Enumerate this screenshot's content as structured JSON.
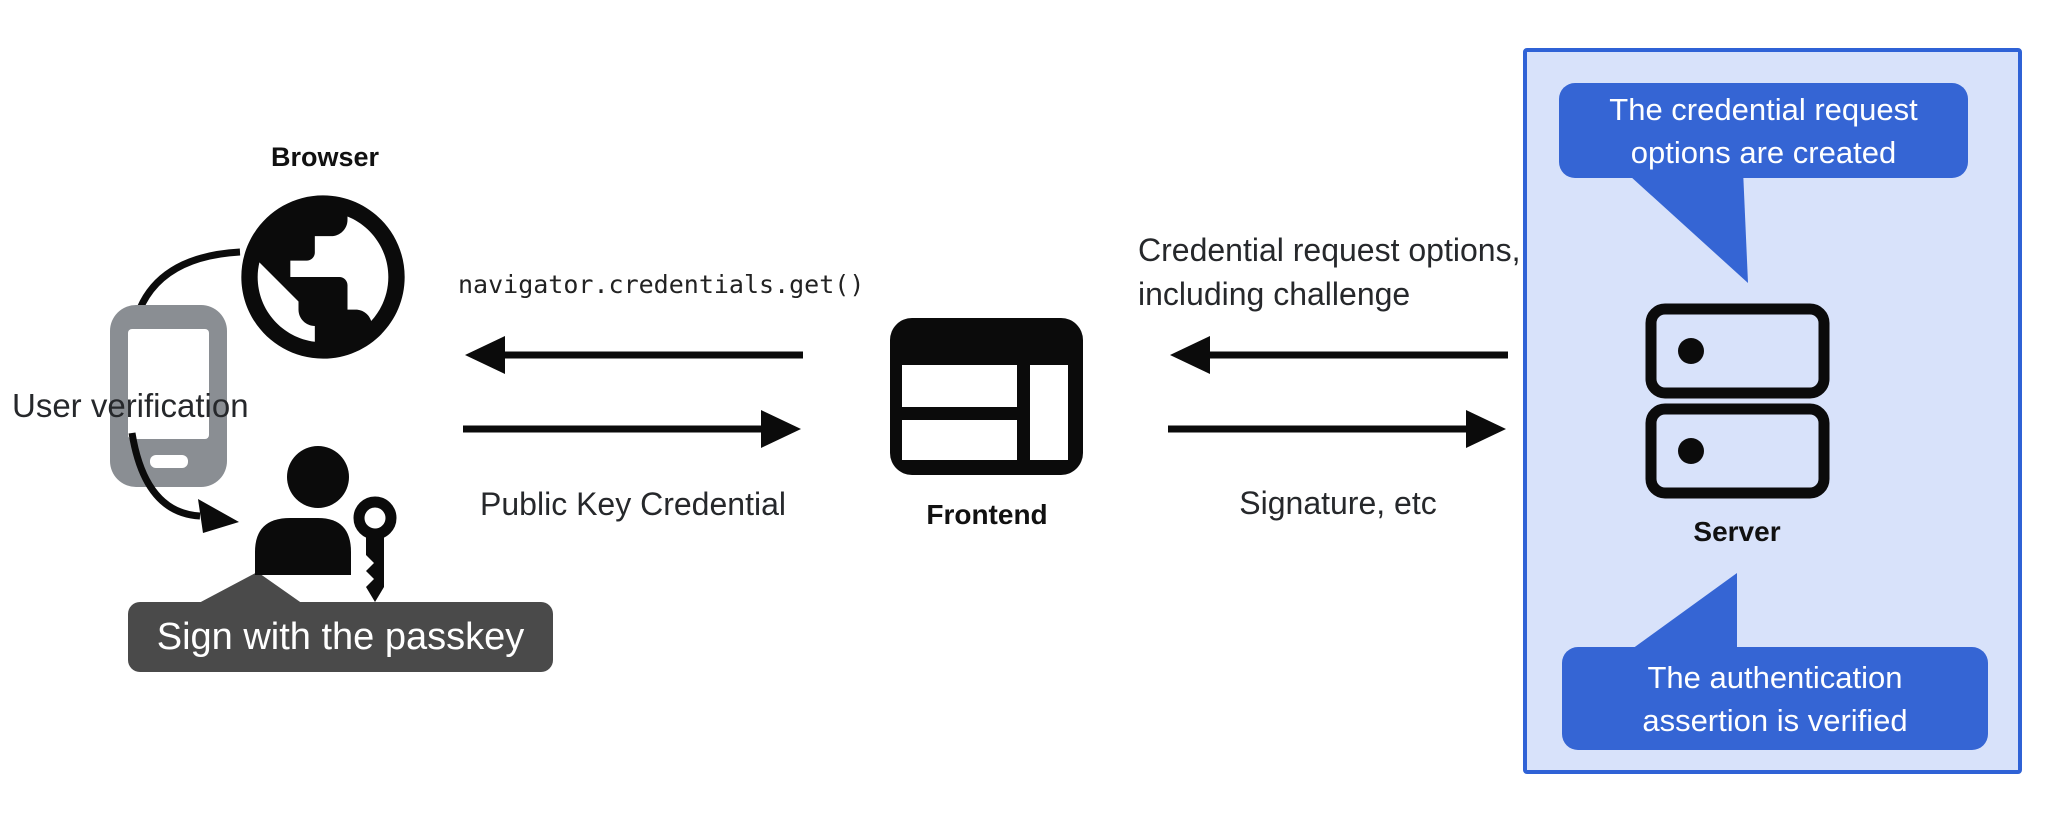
{
  "colors": {
    "accent_blue": "#3565d4",
    "box_border": "#2f62d6",
    "box_fill": "#d8e2fa",
    "tooltip_bg": "#4a4a4a",
    "phone_gray": "#8a8e93",
    "icon_black": "#0b0b0b",
    "text": "#202124"
  },
  "nodes": {
    "browser": {
      "label": "Browser"
    },
    "frontend": {
      "label": "Frontend"
    },
    "server": {
      "label": "Server"
    }
  },
  "left": {
    "user_verification": "User verification",
    "passkey_tooltip": "Sign with the passkey"
  },
  "messages": {
    "get_call": "navigator.credentials.get()",
    "public_key_credential": "Public Key Credential",
    "credential_request_line1": "Credential request options,",
    "credential_request_line2": "including challenge",
    "signature": "Signature, etc"
  },
  "server_box": {
    "bubble_top_line1": "The credential request",
    "bubble_top_line2": "options are created",
    "bubble_bottom_line1": "The authentication",
    "bubble_bottom_line2": "assertion is verified"
  }
}
